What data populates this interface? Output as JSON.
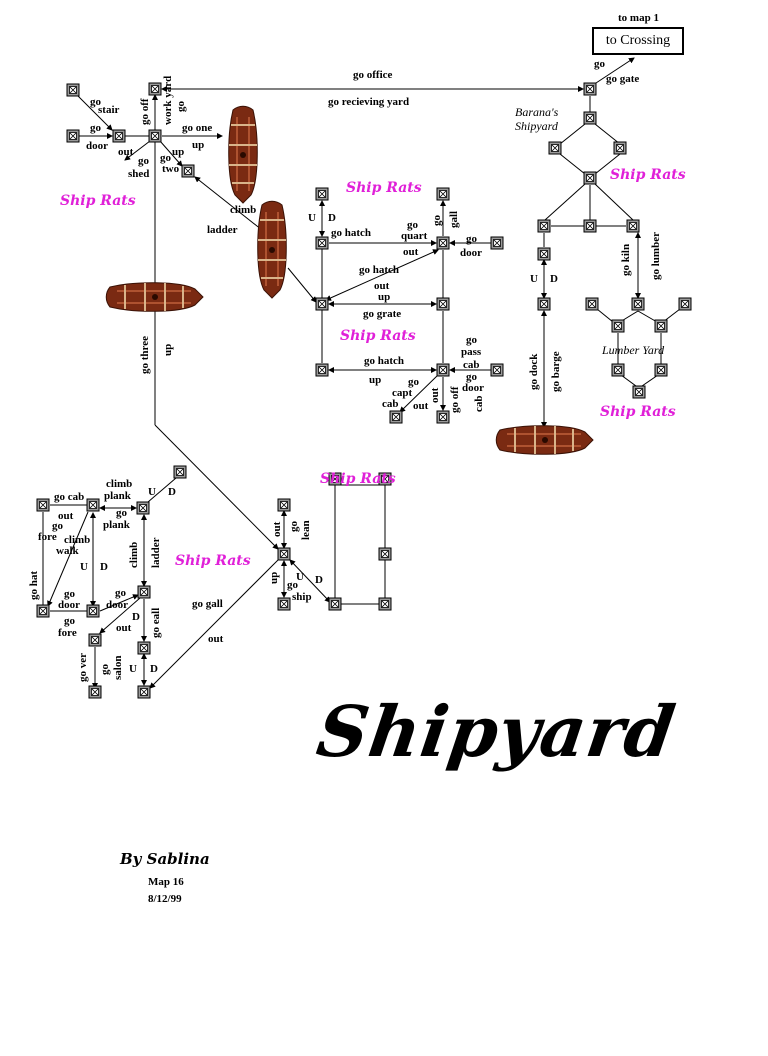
{
  "map": {
    "title": "Shipyard",
    "author": "By Sablina",
    "map_number": "Map 16",
    "date": "8/12/99",
    "to_map": "to map 1",
    "exit_box": "to Crossing",
    "areas": {
      "baranas_shipyard": "Barana's Shipyard",
      "lumber_yard": "Lumber Yard"
    },
    "rats_label": "Ship Rats",
    "labels": {
      "go_office": "go office",
      "go_recieving_yard": "go recieving yard",
      "go_gate": "go gate",
      "go_top_right": "go",
      "stair": "stair",
      "go_stair": "go",
      "go_door_top": "go",
      "door_top": "door",
      "go_off": "go off",
      "work_yard": "work yard",
      "go_work": "go",
      "go_one": "go one",
      "up_one": "up",
      "out_top": "out",
      "go_shed": "go",
      "shed": "shed",
      "go_two": "go",
      "two": "two",
      "up_two": "up",
      "climb": "climb",
      "ladder": "ladder",
      "u1": "U",
      "d1": "D",
      "go_hatch_1": "go hatch",
      "go_quart": "go",
      "quart": "quart",
      "out_quart": "out",
      "go_gall": "go",
      "gall": "gall",
      "go_door_r": "go",
      "door_r": "door",
      "go_hatch_2": "go hatch",
      "out_2": "out",
      "up_2": "up",
      "go_grate": "go grate",
      "go_hatch_3": "go hatch",
      "up_3": "up",
      "go_pass": "go",
      "pass": "pass",
      "cab_pass": "cab",
      "go_door_cab": "go",
      "door_cab": "door",
      "cab_door": "cab",
      "go_capt": "go",
      "capt": "capt",
      "cab_capt": "cab",
      "out_capt": "out",
      "go_off_cab": "go off",
      "out_down": "out",
      "go_three": "go three",
      "up_three": "up",
      "u_r": "U",
      "d_r": "D",
      "go_kiln": "go kiln",
      "go_lumber": "go lumber",
      "go_dock": "go dock",
      "go_barge": "go barge",
      "go_cab": "go cab",
      "out_l": "out",
      "climb_plank": "climb",
      "plank": "plank",
      "go_plank": "go",
      "plank2": "plank",
      "u_b": "U",
      "d_b": "D",
      "go_fore": "go",
      "fore": "fore",
      "climb_walk": "climb",
      "walk": "walk",
      "u_l": "U",
      "d_l": "D",
      "go_hat": "go hat",
      "go_door_l": "go",
      "door_l": "door",
      "go_fore_l": "go",
      "fore_l": "fore",
      "go_door_c": "go",
      "door_c": "door",
      "out_c": "out",
      "climb_c": "climb",
      "ladder_c": "ladder",
      "go_eall": "go eall",
      "d_c": "D",
      "go_ver": "go ver",
      "go_salon": "go",
      "salon": "salon",
      "u_c": "U",
      "d_c2": "D",
      "go_gall_b": "go gall",
      "out_b": "out",
      "out_hub": "out",
      "go_lean": "go",
      "lean": "lean",
      "up_hub": "up",
      "go_ship": "go",
      "ship": "ship",
      "u_hub": "U",
      "d_hub": "D"
    }
  },
  "colors": {
    "rats": "#e020d8",
    "ship_hull": "#7a2a12",
    "room_fill": "#9a9a9a"
  }
}
